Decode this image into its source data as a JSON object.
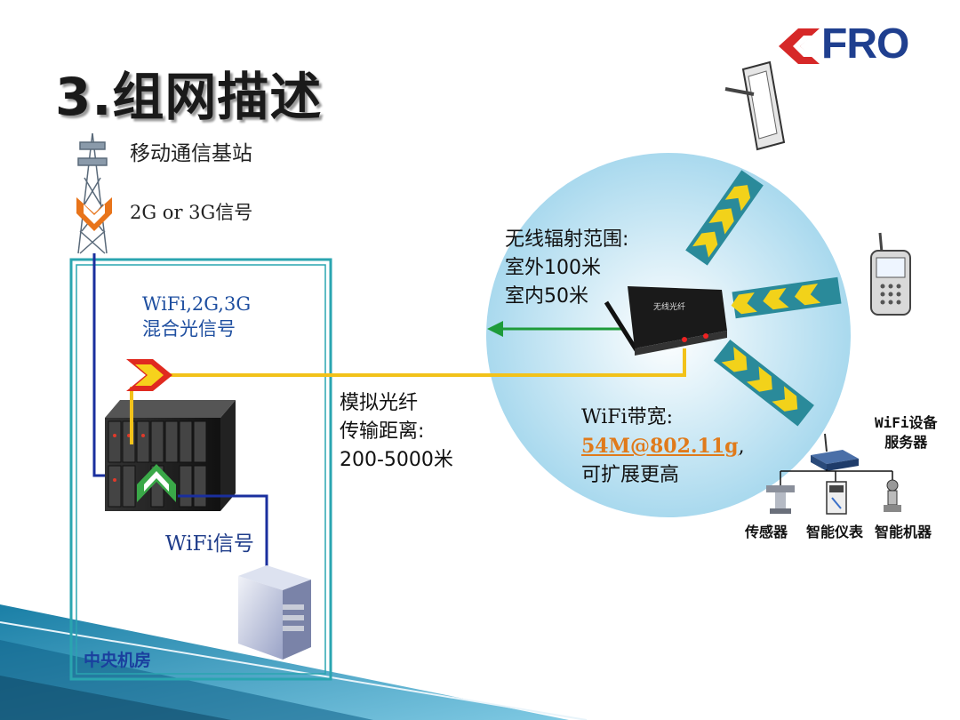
{
  "title": "3.组网描述",
  "logo_text": "FRO",
  "base_station": {
    "label": "移动通信基站",
    "signal": "2G or 3G信号"
  },
  "mixed_signal": {
    "line1": "WiFi,2G,3G",
    "line2": "混合光信号"
  },
  "fiber": {
    "line1": "模拟光纤",
    "line2": "传输距离:",
    "line3": "200-5000米"
  },
  "radiation": {
    "line1": "无线辐射范围:",
    "line2": "室外100米",
    "line3": "室内50米"
  },
  "bandwidth": {
    "line1": "WiFi带宽:",
    "link": "54M@802.11g",
    "suffix": ",",
    "line3": "可扩展更高"
  },
  "wifi_signal": "WiFi信号",
  "server": {
    "line1": "WiFi设备",
    "line2": "服务器"
  },
  "devices": {
    "sensor": "传感器",
    "meter": "智能仪表",
    "machine": "智能机器"
  },
  "room_label": "中央机房",
  "colors": {
    "frame": "#2aa5b0",
    "fiber": "#f2c21a",
    "blue_line": "#1a2f9e",
    "green_arrow": "#1e9b3a",
    "logo_red": "#d62828",
    "logo_blue": "#1f3f8f"
  }
}
